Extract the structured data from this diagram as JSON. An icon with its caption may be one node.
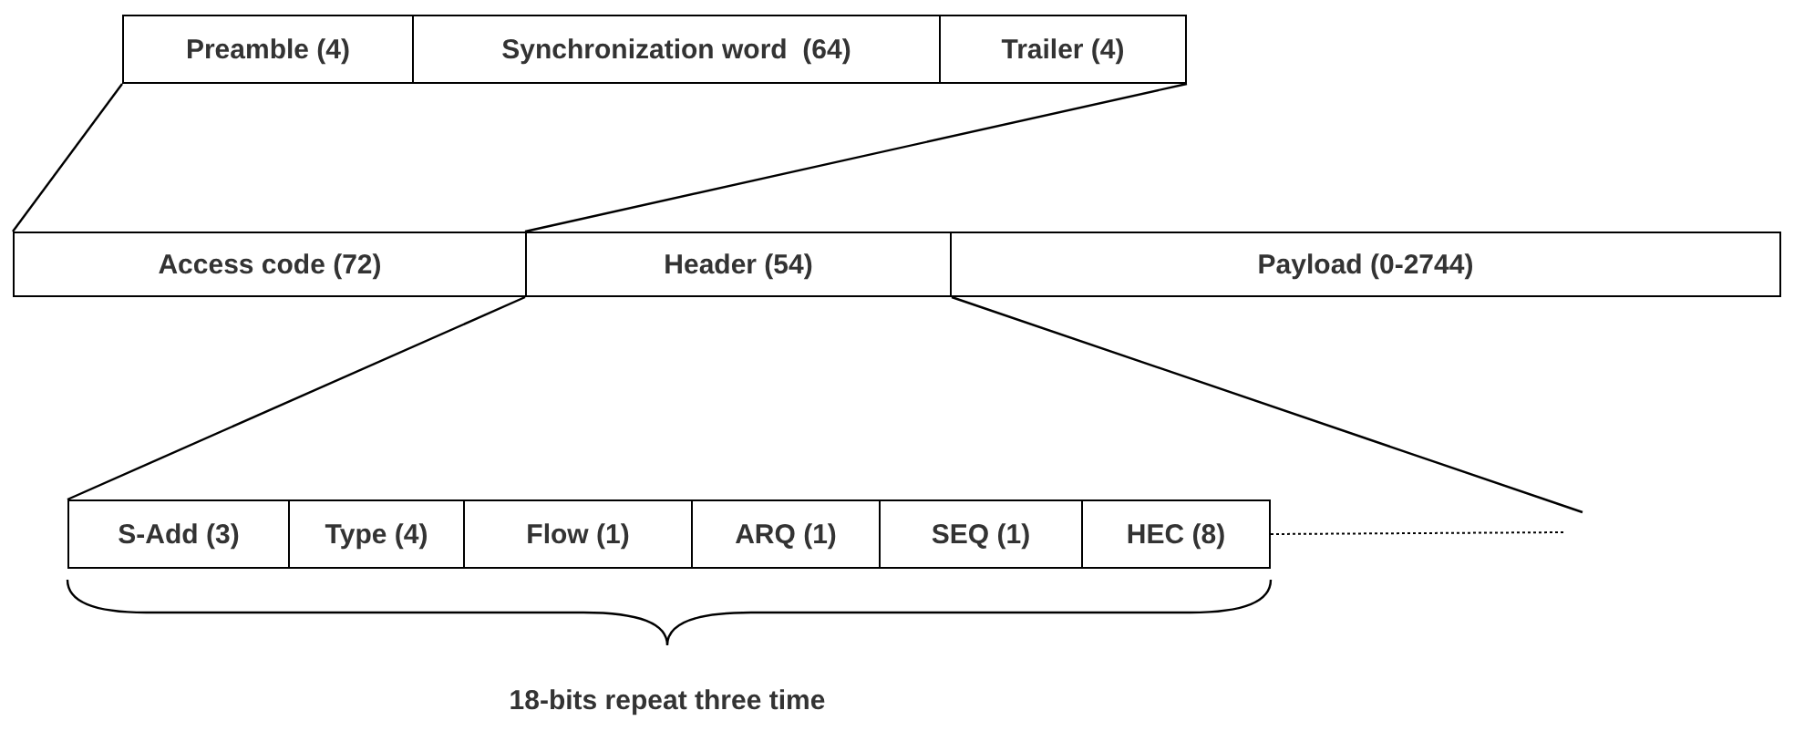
{
  "diagram": {
    "nodes": [
      {
        "text": [
          "Preamble (4)"
        ]
      },
      {
        "text": [
          "Synchronization word  (64)"
        ]
      },
      {
        "text": [
          "Trailer (4)"
        ]
      },
      {
        "text": [
          "Access code (72)"
        ]
      },
      {
        "text": [
          "Header (54)"
        ]
      },
      {
        "text": [
          "Payload (0-2744)"
        ]
      },
      {
        "text": [
          "S-Add (3)"
        ]
      },
      {
        "text": [
          "Type (4)"
        ]
      },
      {
        "text": [
          "Flow (1)"
        ]
      },
      {
        "text": [
          "ARQ (1)"
        ]
      },
      {
        "text": [
          "SEQ (1)"
        ]
      },
      {
        "text": [
          "HEC (8)"
        ]
      }
    ],
    "edges": [
      {
        "from": 0,
        "to": 3,
        "arrow": "none"
      },
      {
        "from": 2,
        "to": 4,
        "arrow": "none"
      },
      {
        "from": 4,
        "to": 6,
        "arrow": "none"
      },
      {
        "from": 4,
        "to": null,
        "arrow": "none"
      },
      {
        "from": 11,
        "to": null,
        "arrow": "none",
        "style": "dashed"
      }
    ],
    "labels": [
      "18-bits repeat three time"
    ]
  }
}
